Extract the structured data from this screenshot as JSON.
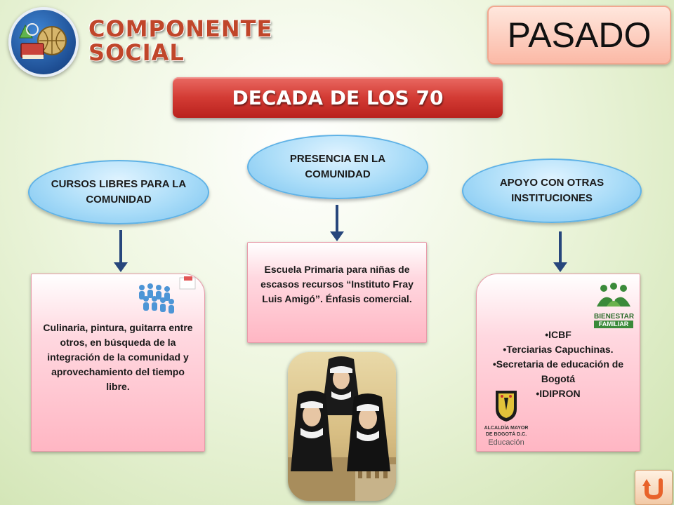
{
  "header": {
    "title_line1": "COMPONENTE",
    "title_line2": "SOCIAL",
    "pasado_label": "PASADO",
    "decada_label": "DECADA DE LOS 70"
  },
  "ovals": {
    "cursos": "CURSOS LIBRES PARA LA COMUNIDAD",
    "presencia": "PRESENCIA EN LA COMUNIDAD",
    "apoyo": "APOYO CON OTRAS INSTITUCIONES"
  },
  "boxes": {
    "cursos_text": "Culinaria, pintura, guitarra entre otros, en búsqueda de la integración de la comunidad y aprovechamiento del tiempo libre.",
    "presencia_text": "Escuela Primaria para niñas de escasos recursos “Instituto Fray Luis Amigó”. Énfasis comercial.",
    "instituciones": [
      "•ICBF",
      "•Terciarias Capuchinas.",
      "•Secretaria de educación de Bogotá",
      "•IDIPRON"
    ]
  },
  "logos": {
    "bienestar_line1": "BIENESTAR",
    "bienestar_line2": "FAMILIAR",
    "alcaldia_line1": "ALCALDÍA MAYOR",
    "alcaldia_line2": "DE BOGOTÁ D.C.",
    "alcaldia_line3": "Educación"
  },
  "icons": {
    "logo": "globe-book-icon",
    "back": "u-turn-back-icon",
    "people": "people-group-icon"
  },
  "colors": {
    "title_red": "#c0462a",
    "decada_red": "#d33b34",
    "oval_blue": "#a9dcf8",
    "box_pink": "#ffb6c3",
    "arrow_navy": "#27467c",
    "back_orange": "#e8622a"
  }
}
